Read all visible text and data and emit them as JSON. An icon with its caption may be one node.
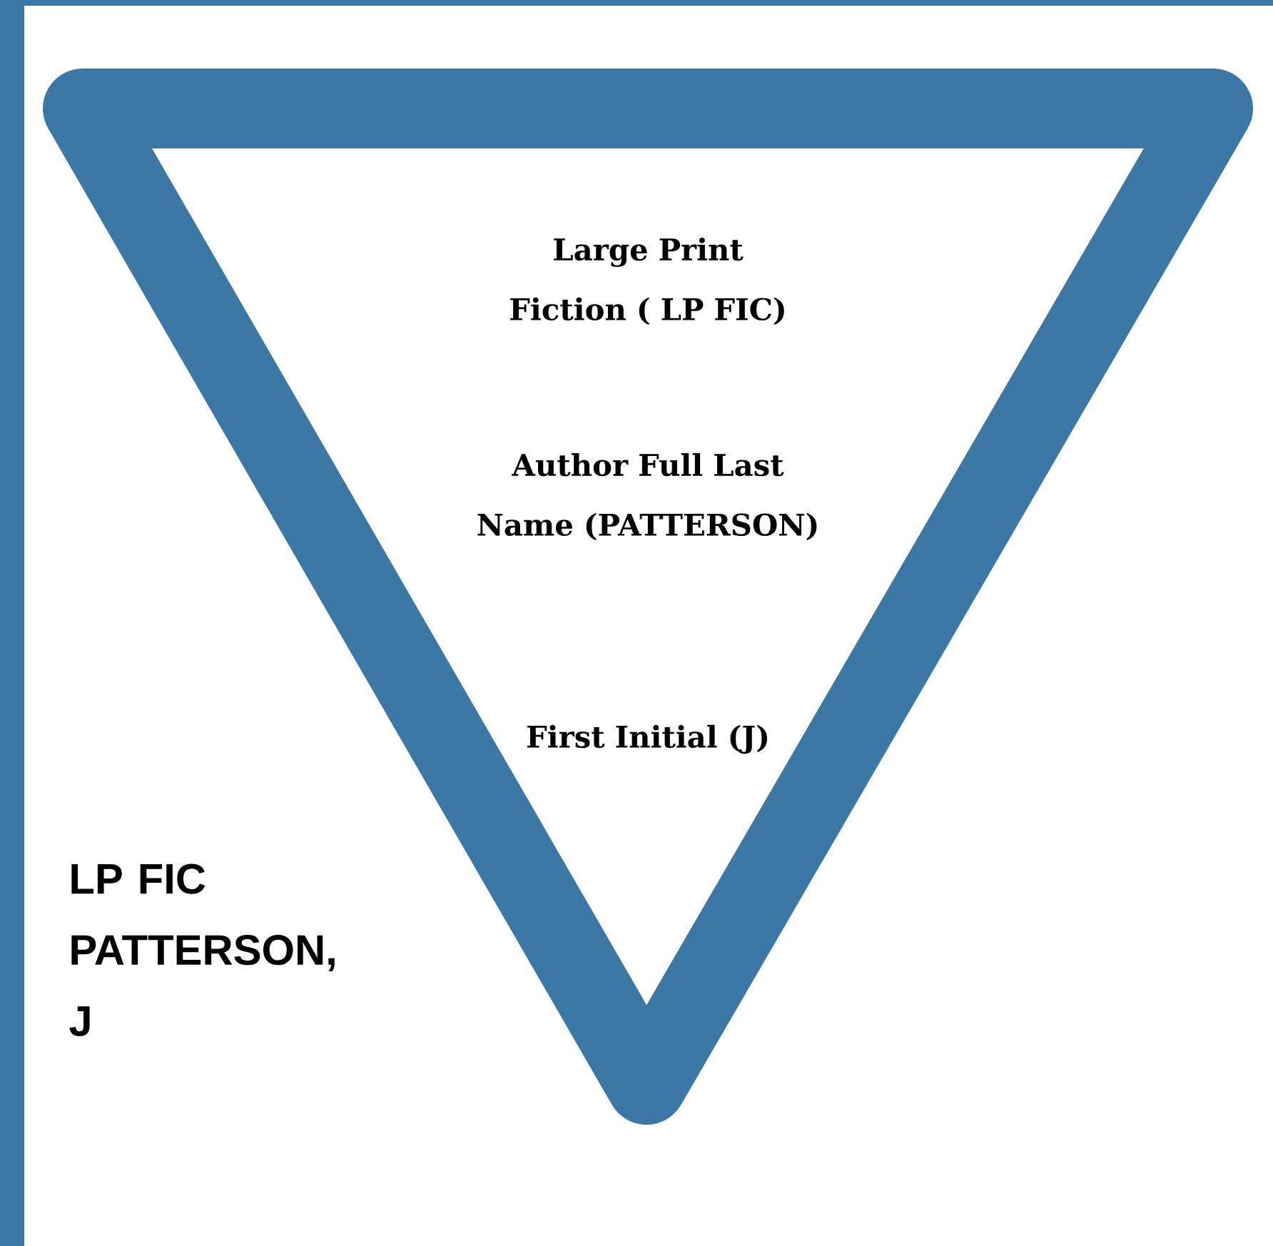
{
  "diagram": {
    "nodes": [
      {
        "text": [
          "Large Print Fiction ( LP FIC)",
          "Author Full Last Name (PATTERSON)",
          "First Initial (J)"
        ]
      }
    ],
    "labels": [
      "LP FIC PATTERSON, J"
    ]
  }
}
